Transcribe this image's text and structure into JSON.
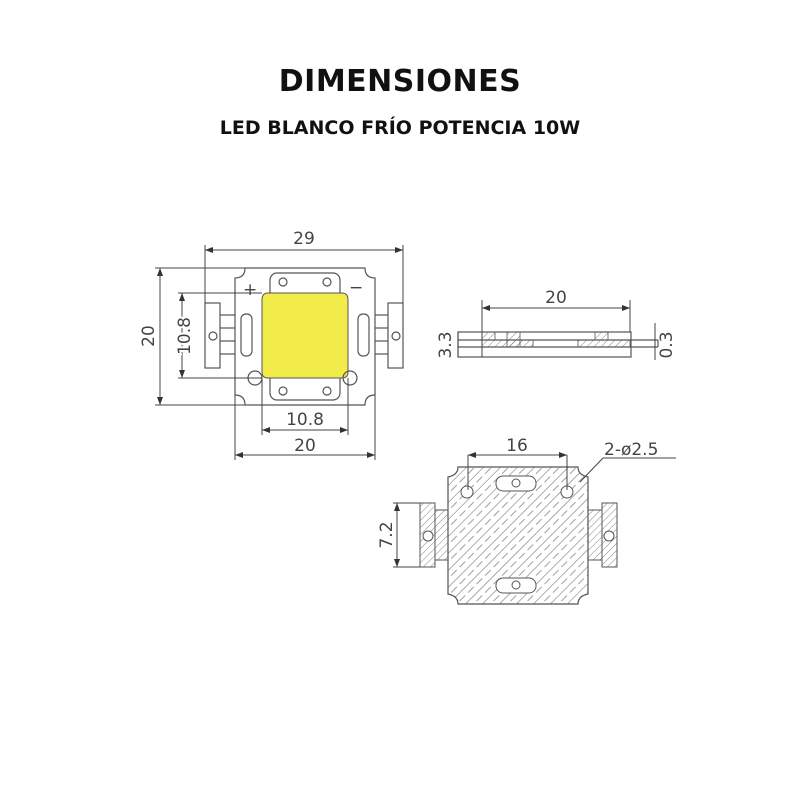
{
  "header": {
    "title": "DIMENSIONES",
    "subtitle": "LED BLANCO FRÍO POTENCIA 10W"
  },
  "top_view": {
    "width_total": "29",
    "height": "20",
    "chip_height": "10.8",
    "chip_width": "10.8",
    "board_width": "20",
    "plus_mark": "+",
    "minus_mark": "−",
    "chip_color": "#f2ec4a"
  },
  "side_view": {
    "width": "20",
    "thickness": "3.3",
    "lead_thickness": "0.3"
  },
  "bottom_view": {
    "hole_spacing": "16",
    "hole_label": "2-ø2.5",
    "tab_height": "7.2"
  }
}
